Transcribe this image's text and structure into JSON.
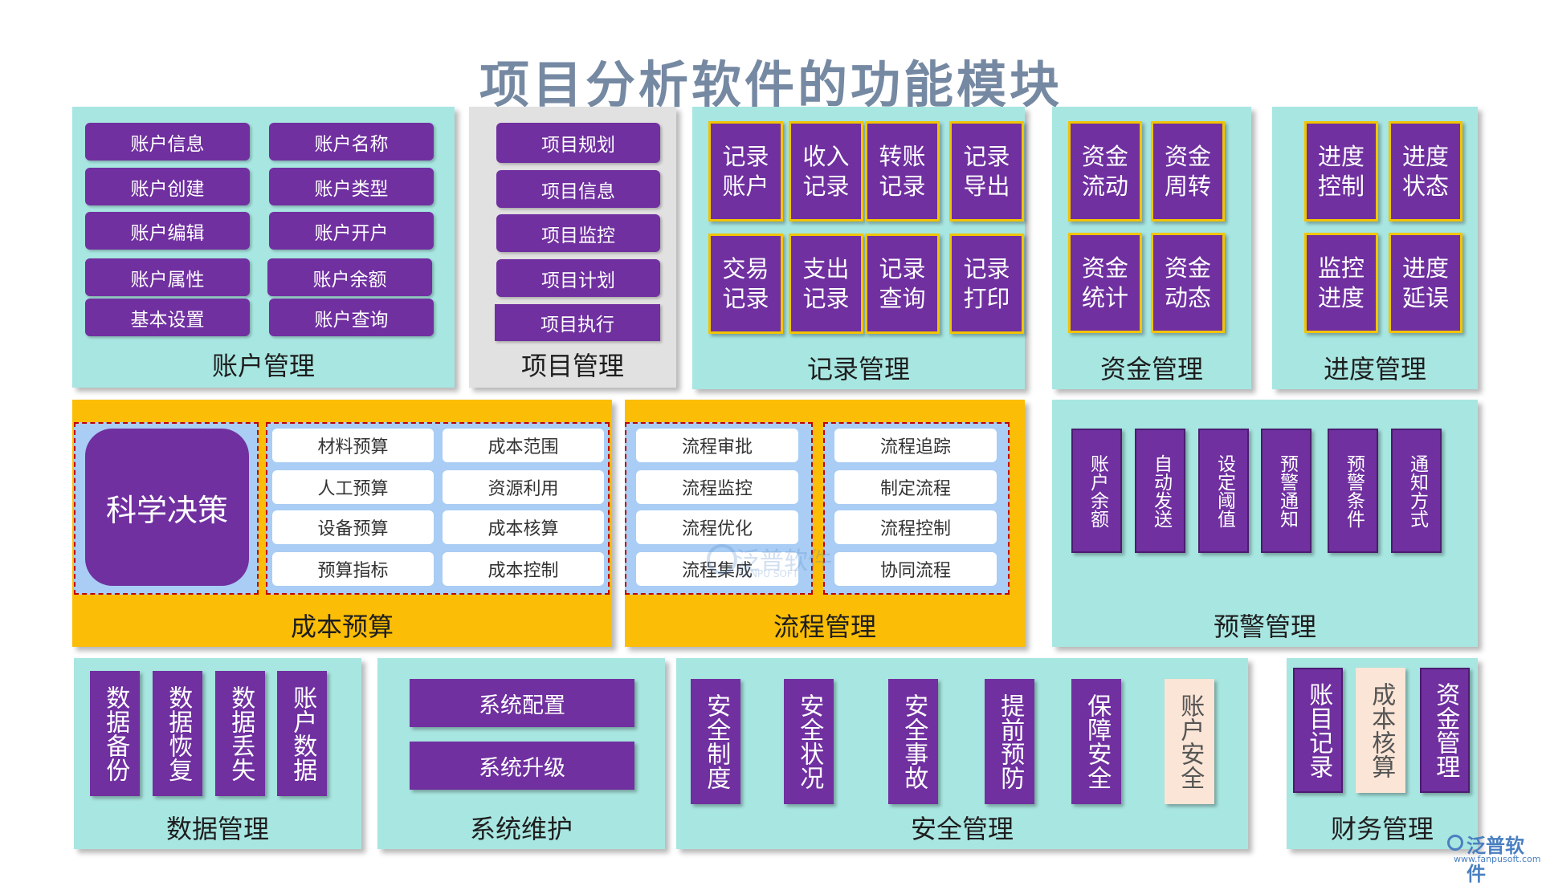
{
  "title": "项目分析软件的功能模块",
  "account_mgmt": {
    "label": "账户管理",
    "items": [
      "账户信息",
      "账户名称",
      "账户创建",
      "账户类型",
      "账户编辑",
      "账户开户",
      "账户属性",
      "账户余额",
      "基本设置",
      "账户查询"
    ]
  },
  "project_mgmt": {
    "label": "项目管理",
    "items": [
      "项目规划",
      "项目信息",
      "项目监控",
      "项目计划",
      "项目执行"
    ]
  },
  "record_mgmt": {
    "label": "记录管理",
    "items": [
      "记录账户",
      "收入记录",
      "转账记录",
      "记录导出",
      "交易记录",
      "支出记录",
      "记录查询",
      "记录打印"
    ]
  },
  "fund_mgmt": {
    "label": "资金管理",
    "items": [
      "资金流动",
      "资金周转",
      "资金统计",
      "资金动态"
    ]
  },
  "progress_mgmt": {
    "label": "进度管理",
    "items": [
      "进度控制",
      "进度状态",
      "监控进度",
      "进度延误"
    ]
  },
  "cost_budget": {
    "label": "成本预算",
    "decision": "科学决策",
    "items": [
      "材料预算",
      "成本范围",
      "人工预算",
      "资源利用",
      "设备预算",
      "成本核算",
      "预算指标",
      "成本控制"
    ]
  },
  "flow_mgmt": {
    "label": "流程管理",
    "left_items": [
      "流程审批",
      "流程监控",
      "流程优化",
      "流程集成"
    ],
    "right_items": [
      "流程追踪",
      "制定流程",
      "流程控制",
      "协同流程"
    ]
  },
  "alert_mgmt": {
    "label": "预警管理",
    "items": [
      "账户余额",
      "自动发送",
      "设定阈值",
      "预警通知",
      "预警条件",
      "通知方式"
    ]
  },
  "data_mgmt": {
    "label": "数据管理",
    "items": [
      "数据备份",
      "数据恢复",
      "数据丢失",
      "账户数据"
    ]
  },
  "sys_maint": {
    "label": "系统维护",
    "items": [
      "系统配置",
      "系统升级"
    ]
  },
  "security_mgmt": {
    "label": "安全管理",
    "items": [
      "安全制度",
      "安全状况",
      "安全事故",
      "提前预防",
      "保障安全",
      "账户安全"
    ]
  },
  "finance_mgmt": {
    "label": "财务管理",
    "items": [
      "账目记录",
      "成本核算",
      "资金管理"
    ]
  },
  "watermark": {
    "center_cn": "泛普软件",
    "center_en": "FANPU SOFT",
    "corner_cn": "泛普软件",
    "corner_url": "www.fanpusoft.com"
  },
  "colors": {
    "purple": "#7030a0",
    "teal": "#a8e6e1",
    "yellow": "#fbbd06",
    "grey": "#e1e1e1",
    "title": "#7689a3",
    "peach": "#fbe5d6"
  }
}
